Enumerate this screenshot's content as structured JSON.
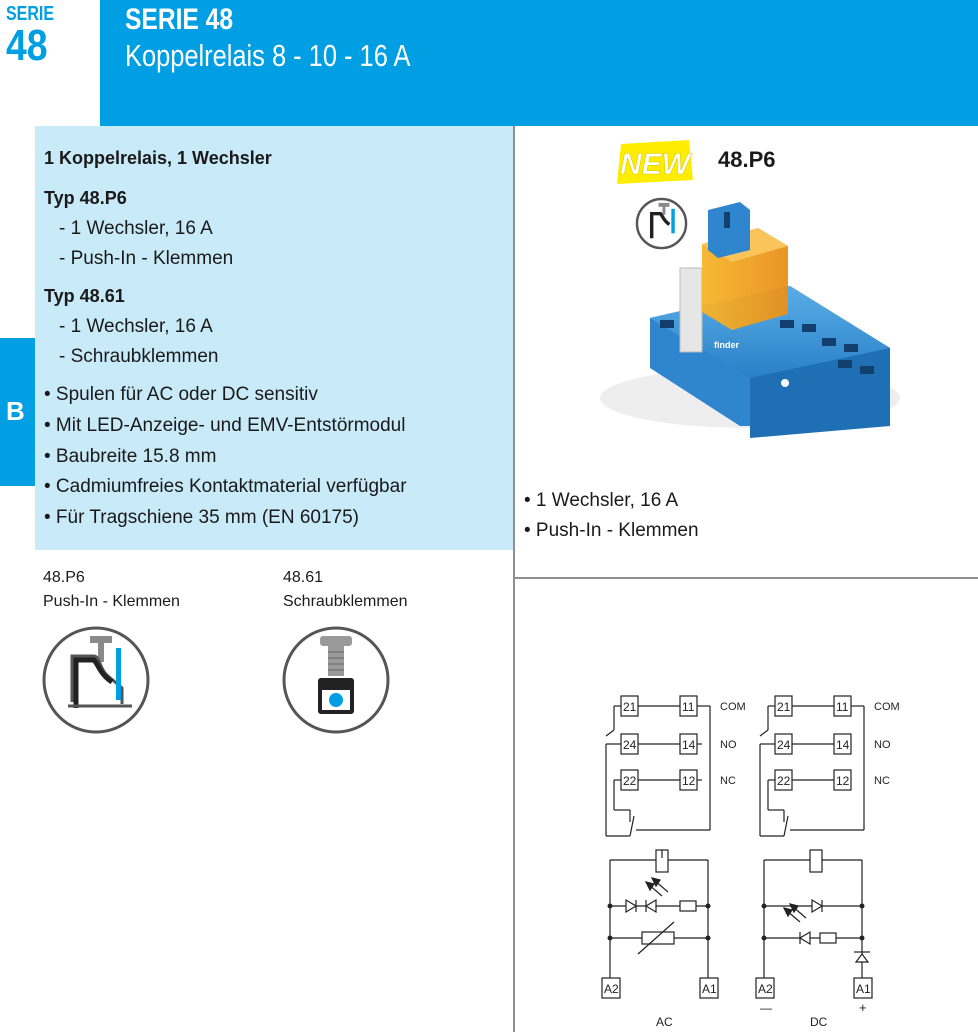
{
  "header": {
    "serie_label": "SERIE",
    "serie_number": "48",
    "title": "SERIE 48",
    "subtitle": "Koppelrelais 8 - 10 - 16 A"
  },
  "section_tab": "B",
  "info": {
    "heading": "1 Koppelrelais, 1 Wechsler",
    "types": [
      {
        "name": "Typ 48.P6",
        "items": [
          "- 1 Wechsler, 16 A",
          "- Push-In - Klemmen"
        ]
      },
      {
        "name": "Typ 48.61",
        "items": [
          "- 1 Wechsler, 16 A",
          "- Schraubklemmen"
        ]
      }
    ],
    "bullets": [
      "• Spulen für AC oder DC sensitiv",
      "• Mit LED-Anzeige- und EMV-Entstörmodul",
      "• Baubreite 15.8 mm",
      "• Cadmiumfreies Kontaktmaterial verfügbar",
      "• Für Tragschiene 35 mm (EN 60175)"
    ]
  },
  "terminals": [
    {
      "code": "48.P6",
      "label": "Push-In - Klemmen",
      "icon": "push-in-terminal-icon"
    },
    {
      "code": "48.61",
      "label": "Schraubklemmen",
      "icon": "screw-terminal-icon"
    }
  ],
  "product": {
    "badge": "NEW",
    "code": "48.P6",
    "brand": "finder",
    "bullets": [
      "• 1 Wechsler, 16 A",
      "• Push-In - Klemmen"
    ]
  },
  "diagram": {
    "terminals_left": [
      "21",
      "24",
      "22"
    ],
    "terminals_right": [
      "11",
      "14",
      "12"
    ],
    "contacts": [
      "COM",
      "NO",
      "NC"
    ],
    "coil_terminals": [
      "A2",
      "A1"
    ],
    "variants": [
      "AC",
      "DC"
    ],
    "dc_polarity": [
      "—",
      "+"
    ]
  },
  "colors": {
    "brand_blue": "#009fe3",
    "light_blue": "#c9eaf8",
    "badge_yellow": "#ffed00"
  }
}
